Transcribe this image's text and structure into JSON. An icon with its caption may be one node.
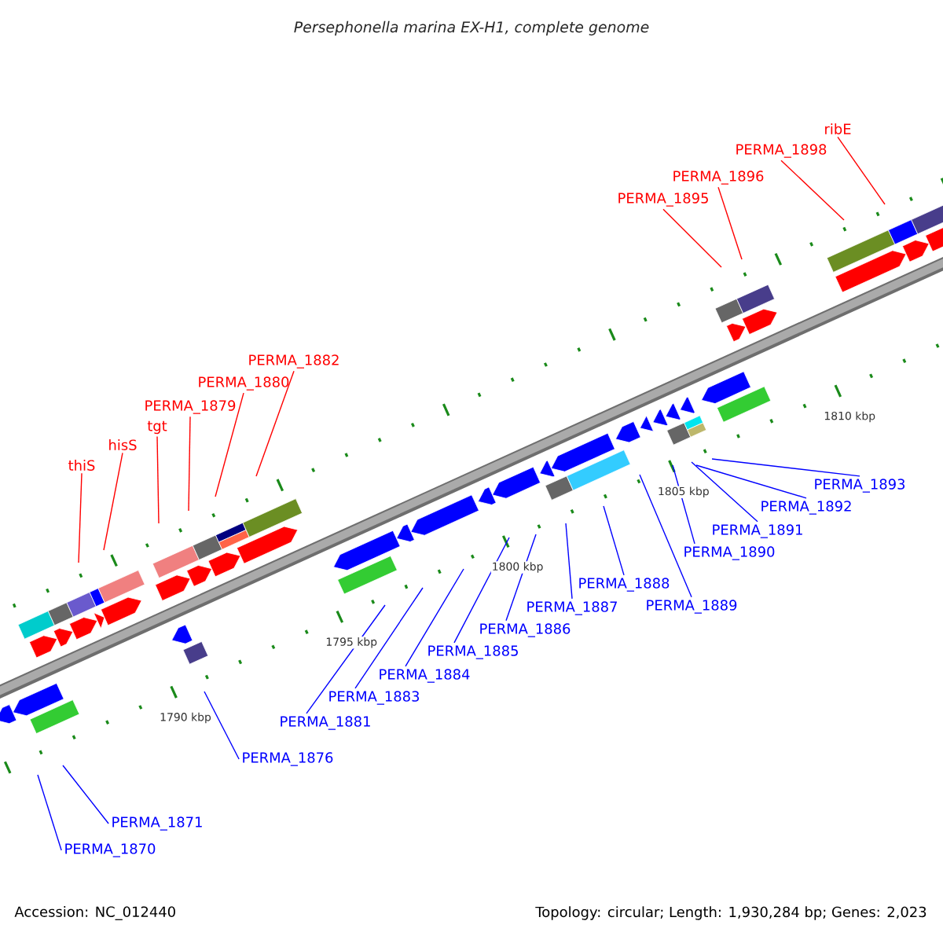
{
  "diagram": {
    "title": "Persephonella marina EX-H1, complete genome",
    "nodes": [
      {
        "text": [
          "ribE"
        ]
      },
      {
        "text": [
          "PERMA_1898"
        ]
      },
      {
        "text": [
          "PERMA_1896"
        ]
      },
      {
        "text": [
          "PERMA_1895"
        ]
      },
      {
        "text": [
          "PERMA_1882"
        ]
      },
      {
        "text": [
          "PERMA_1880"
        ]
      },
      {
        "text": [
          "PERMA_1879"
        ]
      },
      {
        "text": [
          "tgt"
        ]
      },
      {
        "text": [
          "hisS"
        ]
      },
      {
        "text": [
          "thiS"
        ]
      },
      {
        "text": [
          "PERMA_1893"
        ]
      },
      {
        "text": [
          "PERMA_1892"
        ]
      },
      {
        "text": [
          "PERMA_1891"
        ]
      },
      {
        "text": [
          "PERMA_1890"
        ]
      },
      {
        "text": [
          "PERMA_1888"
        ]
      },
      {
        "text": [
          "PERMA_1889"
        ]
      },
      {
        "text": [
          "PERMA_1887"
        ]
      },
      {
        "text": [
          "PERMA_1886"
        ]
      },
      {
        "text": [
          "PERMA_1885"
        ]
      },
      {
        "text": [
          "PERMA_1884"
        ]
      },
      {
        "text": [
          "PERMA_1883"
        ]
      },
      {
        "text": [
          "PERMA_1881"
        ]
      },
      {
        "text": [
          "PERMA_1876"
        ]
      },
      {
        "text": [
          "PERMA_1871"
        ]
      },
      {
        "text": [
          "PERMA_1870"
        ]
      }
    ],
    "edges": [
      {
        "from": 0,
        "to": null,
        "arrow": "none",
        "color": "#ff0000"
      },
      {
        "from": 1,
        "to": null,
        "arrow": "none",
        "color": "#ff0000"
      },
      {
        "from": 2,
        "to": null,
        "arrow": "none",
        "color": "#ff0000"
      },
      {
        "from": 3,
        "to": null,
        "arrow": "none",
        "color": "#ff0000"
      },
      {
        "from": 4,
        "to": null,
        "arrow": "none",
        "color": "#ff0000"
      },
      {
        "from": 5,
        "to": null,
        "arrow": "none",
        "color": "#ff0000"
      },
      {
        "from": 6,
        "to": null,
        "arrow": "none",
        "color": "#ff0000"
      },
      {
        "from": 7,
        "to": null,
        "arrow": "none",
        "color": "#ff0000"
      },
      {
        "from": 8,
        "to": null,
        "arrow": "none",
        "color": "#ff0000"
      },
      {
        "from": 9,
        "to": null,
        "arrow": "none",
        "color": "#ff0000"
      },
      {
        "from": 10,
        "to": null,
        "arrow": "none"
      },
      {
        "from": 11,
        "to": null,
        "arrow": "none"
      },
      {
        "from": 12,
        "to": null,
        "arrow": "none"
      },
      {
        "from": 13,
        "to": null,
        "arrow": "none"
      },
      {
        "from": 14,
        "to": null,
        "arrow": "none"
      },
      {
        "from": 15,
        "to": null,
        "arrow": "none"
      },
      {
        "from": 16,
        "to": null,
        "arrow": "none"
      },
      {
        "from": 17,
        "to": null,
        "arrow": "none"
      },
      {
        "from": 18,
        "to": null,
        "arrow": "none"
      },
      {
        "from": 19,
        "to": null,
        "arrow": "none"
      },
      {
        "from": 20,
        "to": null,
        "arrow": "none"
      },
      {
        "from": 21,
        "to": null,
        "arrow": "none"
      },
      {
        "from": 22,
        "to": null,
        "arrow": "none"
      },
      {
        "from": 23,
        "to": null,
        "arrow": "none"
      },
      {
        "from": 24,
        "to": null,
        "arrow": "none"
      }
    ],
    "labels": [
      "1810 kbp",
      "1805 kbp",
      "1800 kbp",
      "1795 kbp",
      "1790 kbp",
      "Accession: NC_012440",
      "Topology: circular; Length: 1,930,284 bp; Genes: 2,023"
    ]
  }
}
